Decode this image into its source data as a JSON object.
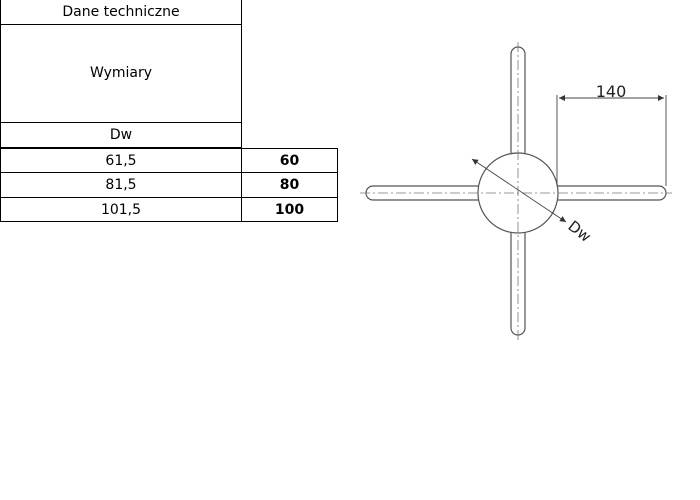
{
  "table": {
    "title": "Dane techniczne",
    "header": "Wymiary",
    "column": "Dw",
    "rows": [
      {
        "dw": "61,5",
        "size": "60"
      },
      {
        "dw": "81,5",
        "size": "80"
      },
      {
        "dw": "101,5",
        "size": "100"
      }
    ]
  },
  "drawing": {
    "dimension_value": "140",
    "diameter_label": "Dw",
    "line_color": "#555555"
  }
}
